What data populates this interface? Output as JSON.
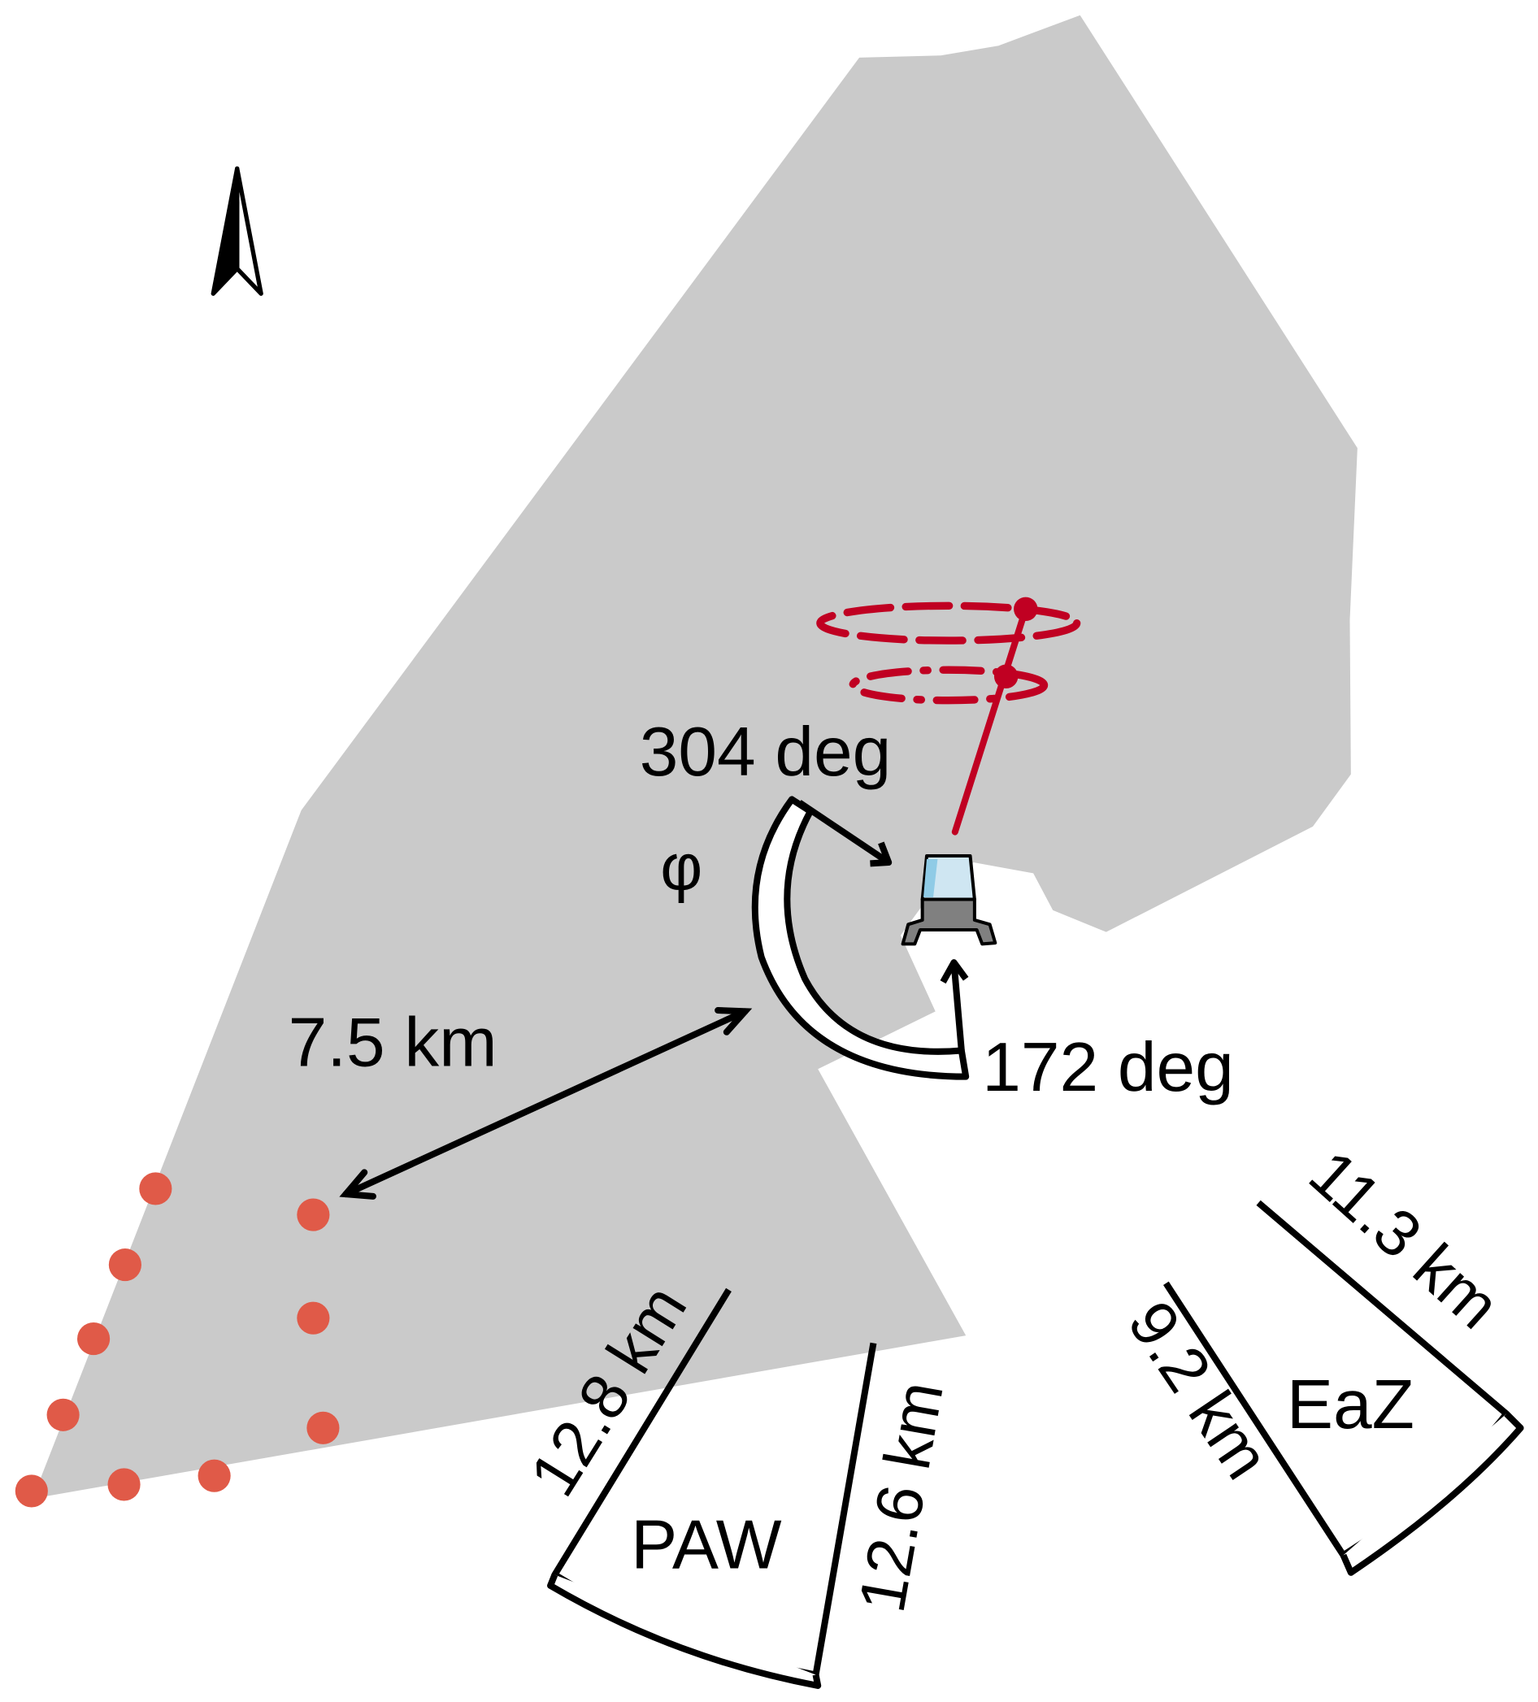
{
  "labels": {
    "angle_a": "304 deg",
    "angle_b": "172 deg",
    "phi": "φ",
    "distance": "7.5 km",
    "paw": "PAW",
    "paw_left": "12.8 km",
    "paw_right": "12.6 km",
    "eaz": "EaZ",
    "eaz_left": "9.2 km",
    "eaz_right": "11.3 km"
  },
  "colors": {
    "area": "#cacaca",
    "dots": "#e05a48",
    "rotor": "#c00022",
    "lander_glass": "#8fcbe6",
    "lander_base": "#808080"
  },
  "icons": [
    "north-arrow-icon",
    "lander-icon",
    "rotor-icon"
  ]
}
